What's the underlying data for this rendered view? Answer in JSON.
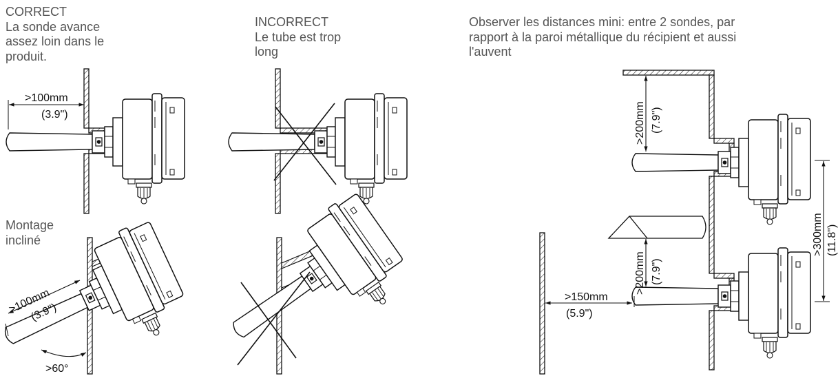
{
  "captions": {
    "correct": {
      "title": "CORRECT",
      "lines": [
        "La sonde avance",
        "assez loin dans le",
        "produit."
      ]
    },
    "incorrect": {
      "title": "INCORRECT",
      "lines": [
        "Le tube est trop",
        "long"
      ]
    },
    "distances": {
      "lines": [
        "Observer les distances mini: entre 2 sondes, par",
        "rapport à la paroi métallique du récipient et aussi",
        "l'auvent"
      ]
    },
    "inclined": {
      "lines": [
        "Montage",
        "incliné"
      ]
    }
  },
  "dimensions": {
    "probe_depth_mm": ">100mm",
    "probe_depth_in": "(3.9\")",
    "inclined_depth_mm": ">100mm",
    "inclined_depth_in": "(3.9\")",
    "angle": ">60°",
    "ceiling_gap_mm": ">200mm",
    "ceiling_gap_in": "(7.9\")",
    "awning_gap_mm": ">200mm",
    "awning_gap_in": "(7.9\")",
    "probe_spacing_mm": ">300mm",
    "probe_spacing_in": "(11.8\")",
    "wall_gap_mm": ">150mm",
    "wall_gap_in": "(5.9\")"
  },
  "colors": {
    "line": "#111111",
    "caption": "#555555",
    "housing": "#ffffff"
  }
}
